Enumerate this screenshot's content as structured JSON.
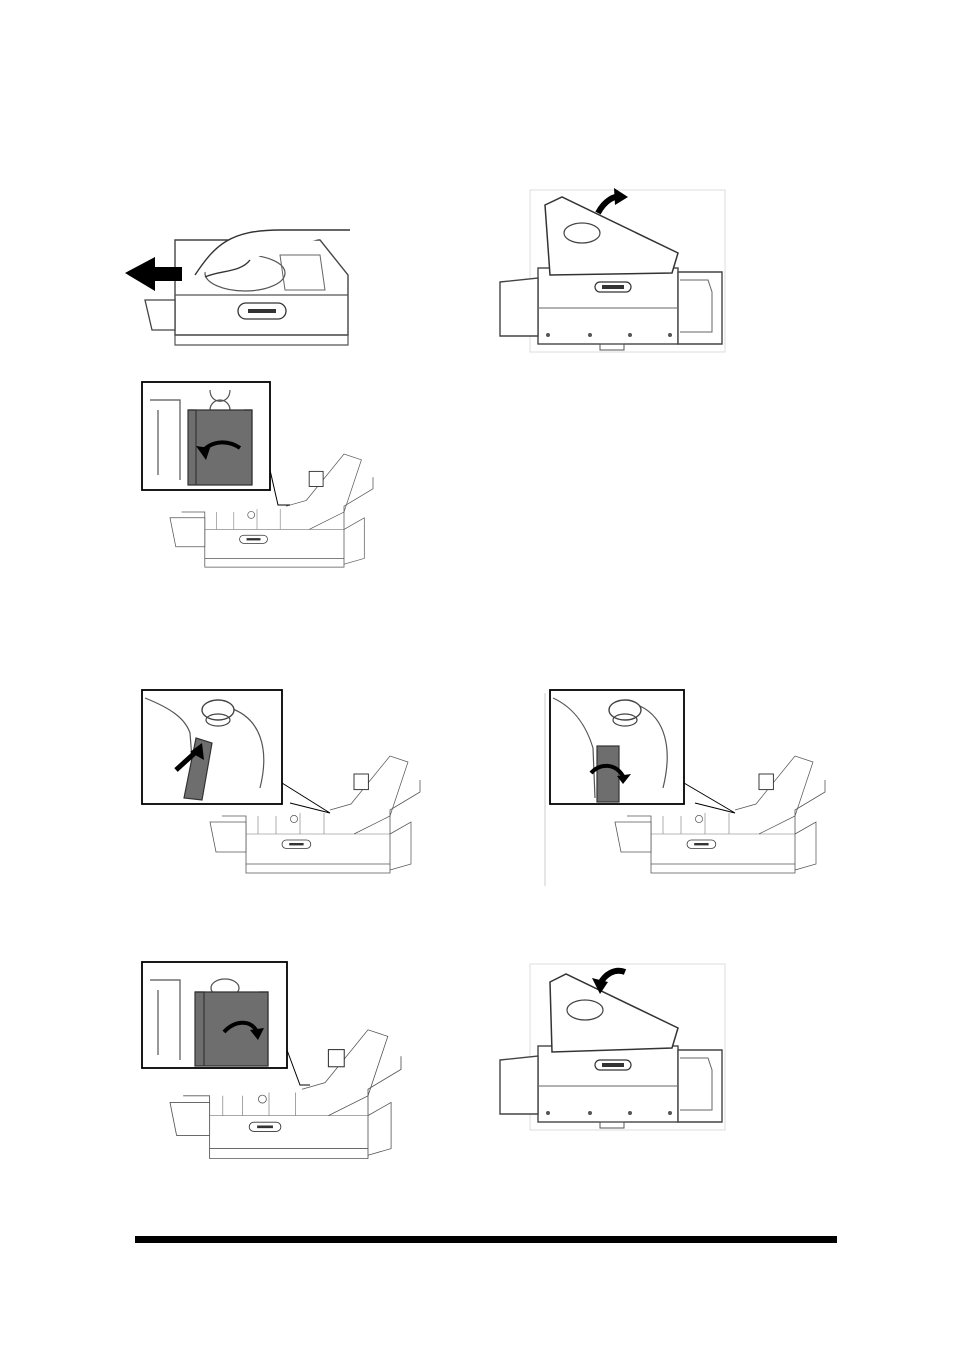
{
  "page": {
    "background": "#ffffff",
    "line_color": "#4a4a4a",
    "arrow_color": "#000000",
    "cleaning_roller_color": "#6e6e6e"
  },
  "figures": [
    {
      "id": "step-1",
      "icon": "slide-cartridge-latch-left-illustration"
    },
    {
      "id": "step-2",
      "icon": "lift-cover-open-illustration"
    },
    {
      "id": "step-3",
      "icon": "remove-cleaning-cartridge-illustration"
    },
    {
      "id": "step-4",
      "icon": "insert-cleaning-roller-illustration"
    },
    {
      "id": "step-5",
      "icon": "rotate-roller-into-place-illustration"
    },
    {
      "id": "step-6",
      "icon": "replace-cleaning-cartridge-illustration"
    },
    {
      "id": "step-7",
      "icon": "close-cover-illustration"
    }
  ],
  "footer": {
    "rule": "horizontal-rule"
  }
}
